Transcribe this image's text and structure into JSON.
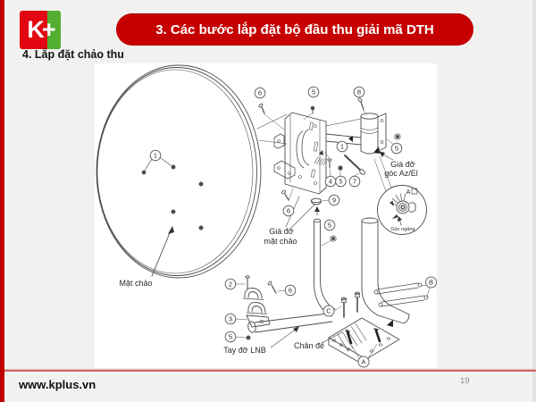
{
  "slide": {
    "logo_text": "K+",
    "banner_title": "3. Các bước lắp đặt bộ đầu thu giải mã DTH",
    "heading": "4. Lắp đặt chảo thu",
    "footer": {
      "url": "www.kplus.vn",
      "page_number": "19"
    }
  },
  "diagram": {
    "labels": {
      "dish": "Mặt chảo",
      "dish_bracket_line1": "Giá đỡ",
      "dish_bracket_line2": "mặt chảo",
      "azel_bracket_line1": "Giá đỡ",
      "azel_bracket_line2": "góc Az/El",
      "elevation_angle": "Góc ngẩng",
      "detail_marker": "A",
      "lnb_arm": "Tay đỡ LNB",
      "base": "Chân đế"
    },
    "callouts": {
      "dish_bolt_1": "1",
      "top_screw_6": "6",
      "top_screw_5": "5",
      "top_screw_8": "8",
      "right_nut_5": "5",
      "strut_bolt_1": "1",
      "bolt_4": "4",
      "nut_5": "5",
      "bolt_7": "7",
      "left_screw_6": "6",
      "cap_9": "9",
      "pole_nut_5": "5",
      "lnb_bolt_2": "2",
      "lnb_screw_6": "6",
      "lnb_clamp_3": "3",
      "lnb_nut_5": "5",
      "pole_clamp_B": "B",
      "base_bolt_C": "C",
      "anchor_bolt_A": "A"
    }
  },
  "colors": {
    "accent_red": "#c00000",
    "banner_red": "#c60000",
    "logo_red": "#e30613",
    "logo_green": "#53ae31",
    "footer_line_red": "#c96a6a",
    "slide_background": "#f1f1f0",
    "panel_background": "#ffffff",
    "line_color": "#4d4d4d"
  }
}
